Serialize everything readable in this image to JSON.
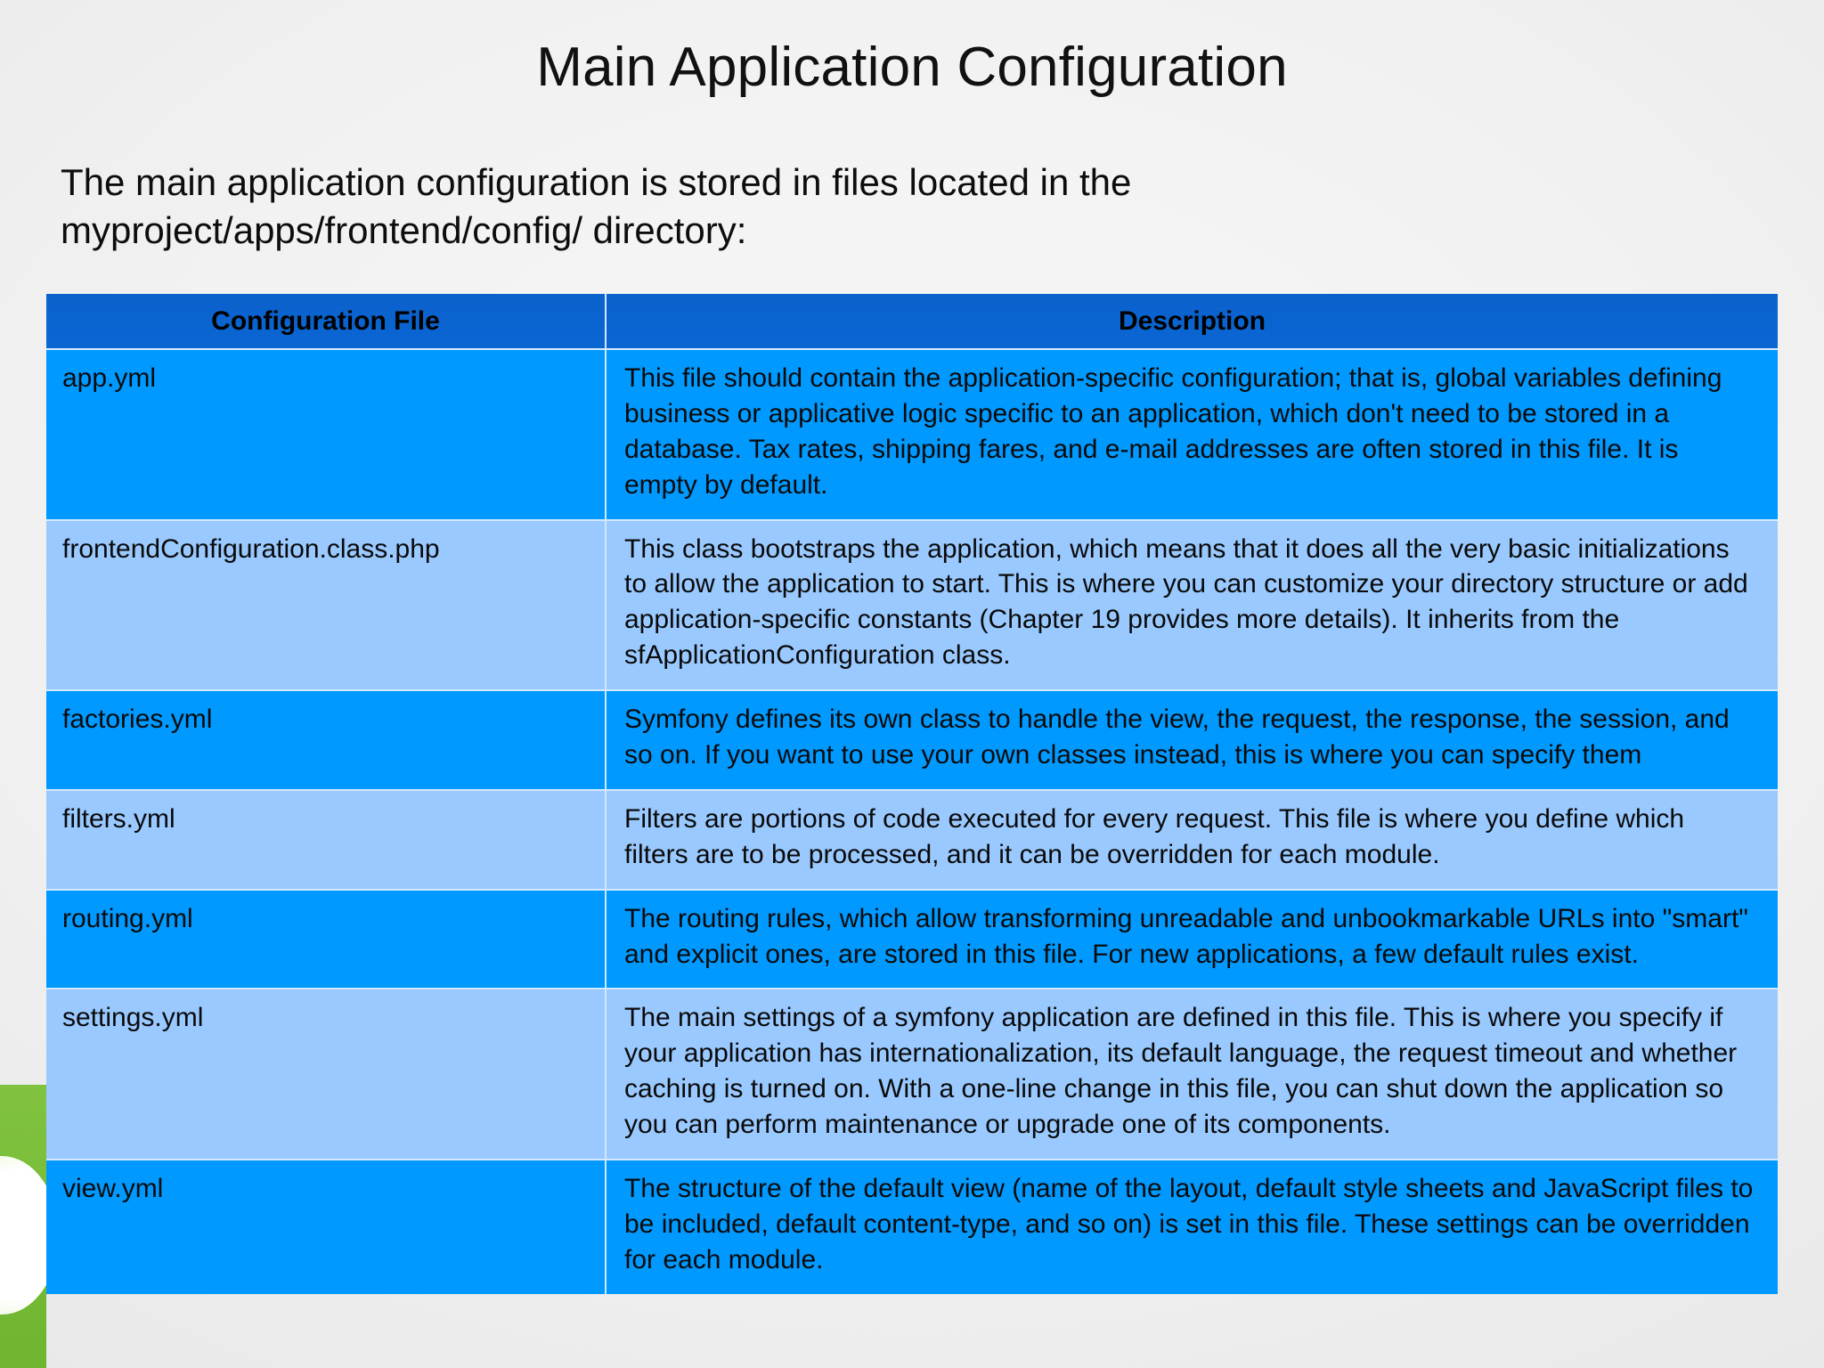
{
  "slide": {
    "title": "Main Application Configuration",
    "intro": "The main application configuration is stored in files located in the myproject/apps/frontend/config/ directory:"
  },
  "colors": {
    "header_blue": "#0B62CC",
    "row_bright_blue": "#0099FF",
    "row_light_blue": "#99C9FF",
    "grid_line": "#CFE8FF",
    "accent_green": "#7BBE3A",
    "page_background": "#ECECEC",
    "text": "#0A0A0A"
  },
  "table": {
    "columns": [
      "Configuration File",
      "Description"
    ],
    "rows": [
      {
        "file": "app.yml",
        "description": "This file should contain the application-specific configuration; that is, global variables defining business or applicative logic specific to an application, which don't need to be stored in a database. Tax rates, shipping fares, and e-mail addresses are often stored in this file. It is empty by default."
      },
      {
        "file": "frontendConfiguration.class.php",
        "description": "This class bootstraps the application, which means that it does all the very basic initializations to allow the application to start. This is where you can customize your directory structure or add application-specific constants (Chapter 19 provides more details). It inherits from the sfApplicationConfiguration class."
      },
      {
        "file": "factories.yml",
        "description": "Symfony defines its own class to handle the view, the request, the response, the session, and so on. If you want to use your own classes instead, this is where you can specify them"
      },
      {
        "file": "filters.yml",
        "description": "Filters are portions of code executed for every request. This file is where you define which filters are to be processed, and it can be overridden for each module."
      },
      {
        "file": "routing.yml",
        "description": "The routing rules, which allow transforming unreadable and unbookmarkable URLs into \"smart\" and explicit ones, are stored in this file. For new  applications, a few default rules exist."
      },
      {
        "file": "settings.yml",
        "description": "The main settings of a symfony application are defined in this file. This is where you specify if your application has internationalization, its default language, the request timeout and whether caching is turned on. With a one-line change in this file, you can shut down the application so you can perform maintenance or upgrade one of its components."
      },
      {
        "file": "view.yml",
        "description": "The structure of the default view (name of the layout, default style sheets and  JavaScript files to be included, default content-type, and so on) is set in this file. These settings can be overridden for each module."
      }
    ]
  }
}
